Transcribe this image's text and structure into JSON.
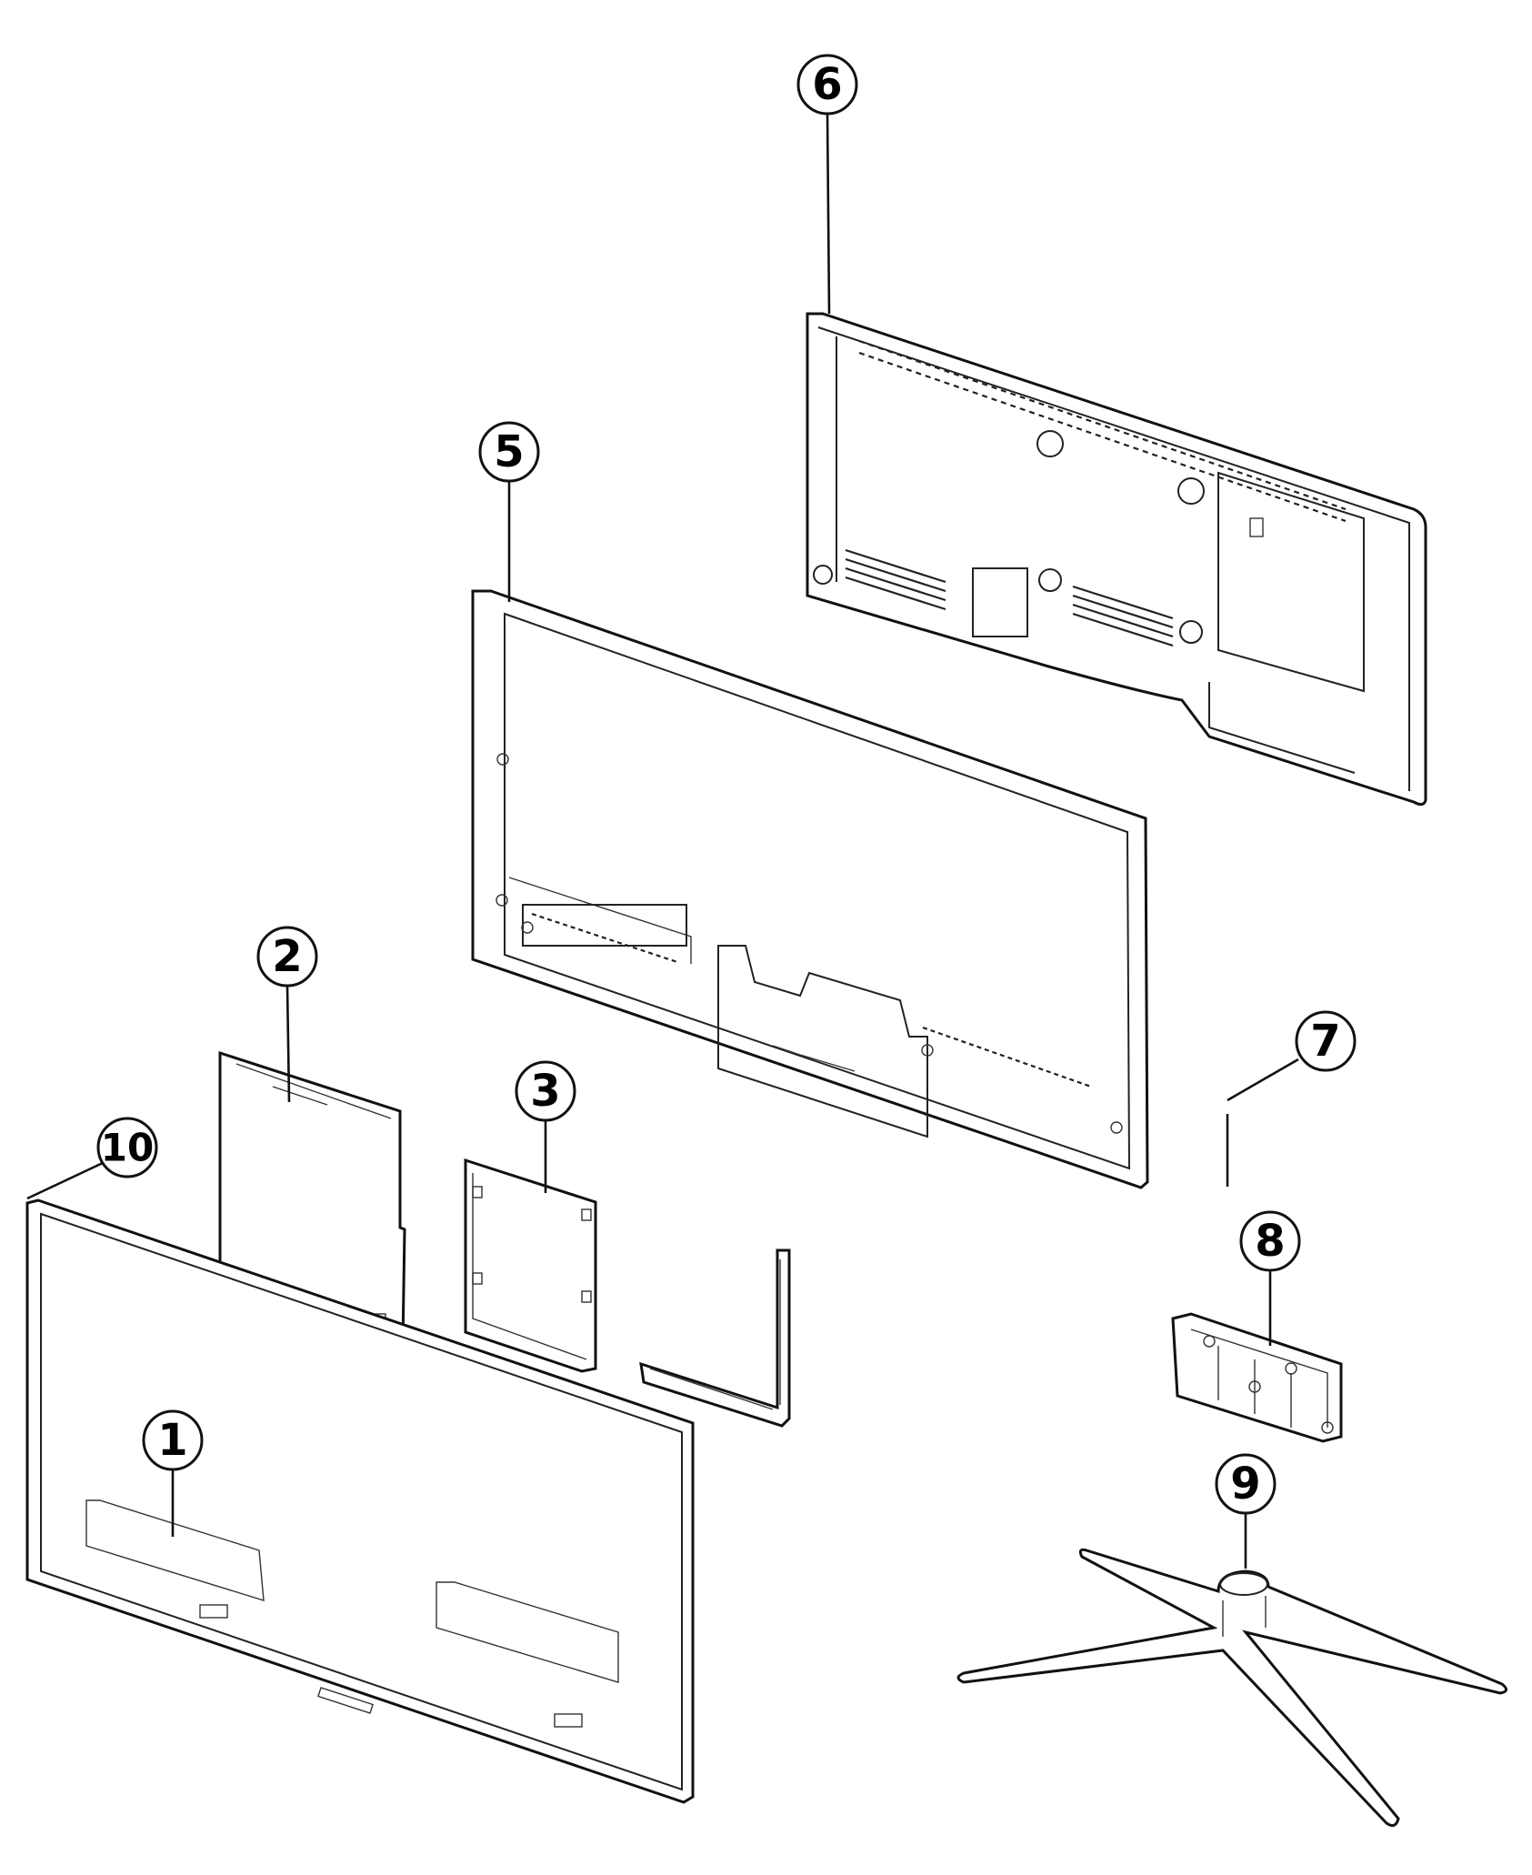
{
  "callouts": [
    {
      "id": "1",
      "label": "1"
    },
    {
      "id": "2",
      "label": "2"
    },
    {
      "id": "3",
      "label": "3"
    },
    {
      "id": "5",
      "label": "5"
    },
    {
      "id": "6",
      "label": "6"
    },
    {
      "id": "7",
      "label": "7"
    },
    {
      "id": "8",
      "label": "8"
    },
    {
      "id": "9",
      "label": "9"
    },
    {
      "id": "10",
      "label": "10"
    }
  ]
}
